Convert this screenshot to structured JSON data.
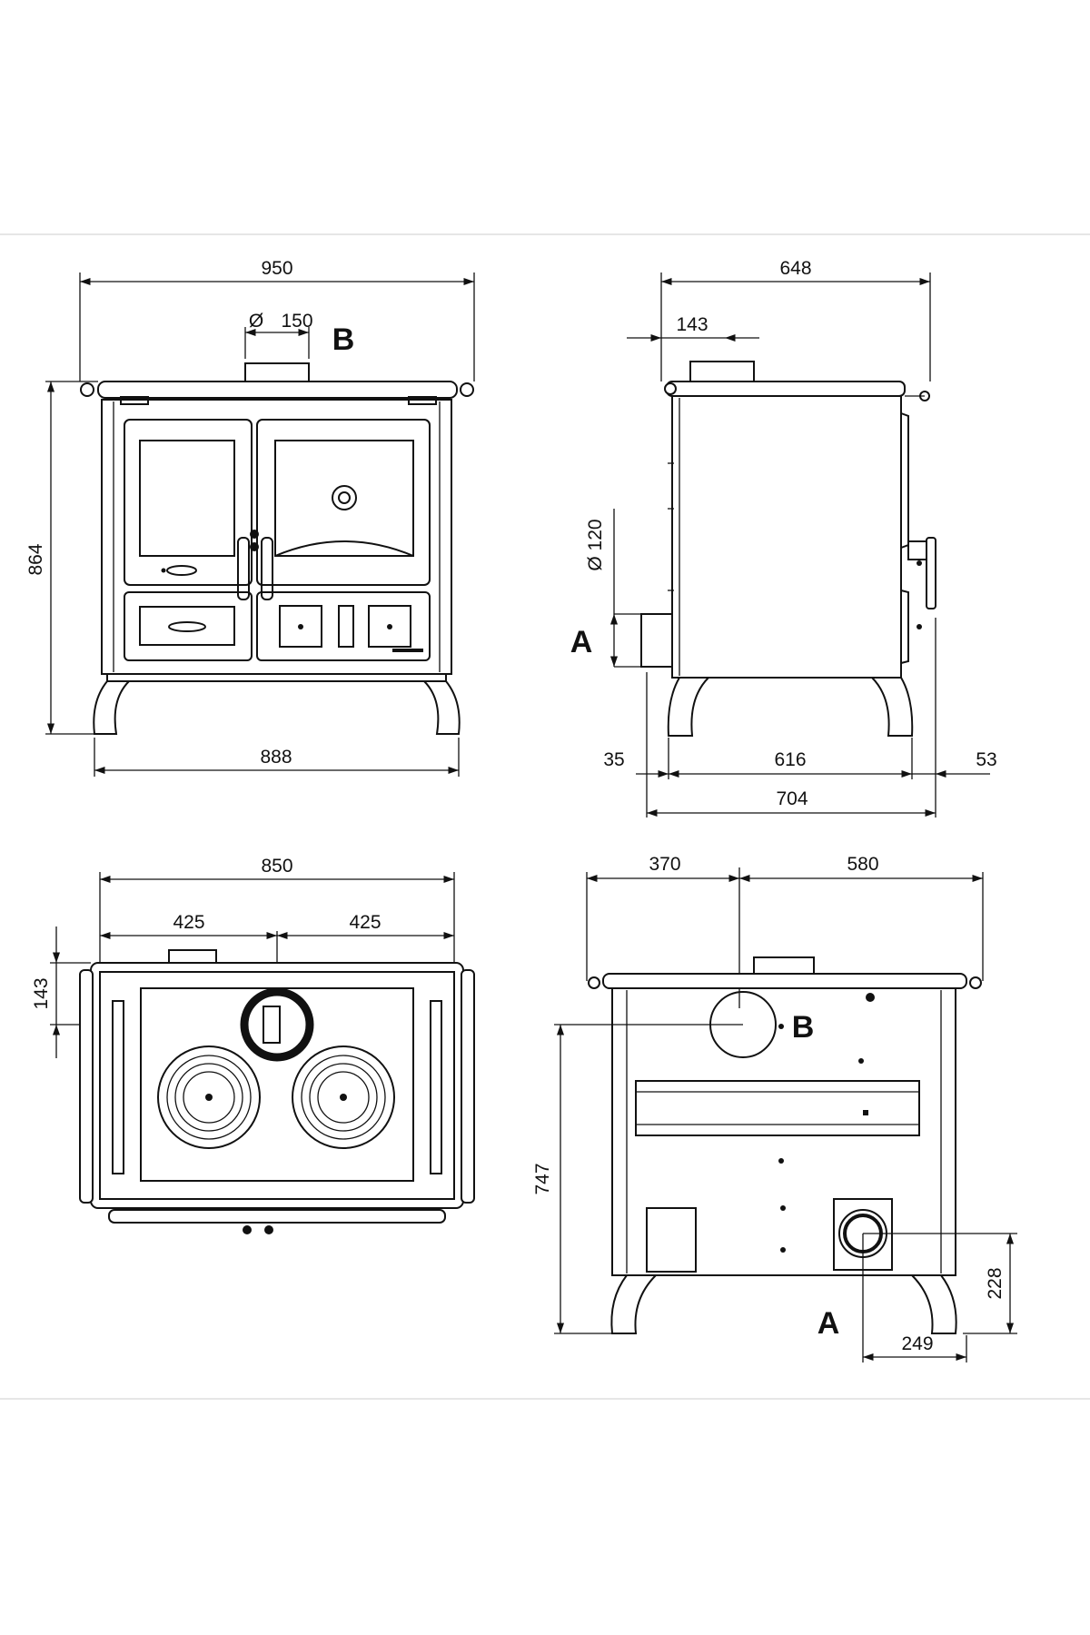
{
  "front_view": {
    "width_top": "950",
    "flue_dia_symbol": "Ø",
    "flue_dia": "150",
    "flue_label": "B",
    "height": "864",
    "width_bottom": "888"
  },
  "side_view": {
    "depth_top": "648",
    "flue_offset": "143",
    "inlet_dia": "Ø 120",
    "inlet_label": "A",
    "dim_left": "35",
    "dim_middle": "616",
    "dim_right": "53",
    "depth_total": "704"
  },
  "top_view": {
    "width": "850",
    "half_left": "425",
    "half_right": "425",
    "flue_offset": "143"
  },
  "rear_view": {
    "dim_left": "370",
    "dim_right": "580",
    "flue_label": "B",
    "height": "747",
    "inlet_label": "A",
    "inlet_height": "228",
    "inlet_offset": "249"
  }
}
